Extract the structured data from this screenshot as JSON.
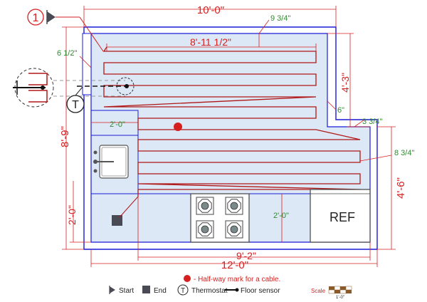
{
  "plan_marker": {
    "number": "1"
  },
  "dimensions": {
    "total_width": "10'-0\"",
    "total_width_bottom": "12'-0\"",
    "left_height": "8'-9\"",
    "right_upper": "4'-3\"",
    "right_lower": "4'-6\"",
    "left_lower": "2'-0\"",
    "heated_width": "8'-11 1/2\"",
    "heated_bottom": "9'-2\"",
    "left_zone": "2'-0\"",
    "counter_depth": "2'-0\"",
    "top_gap": "9 3/4\"",
    "left_gap": "6 1/2\"",
    "notch_gap": "6\"",
    "notch_top": "3 3/4\"",
    "right_gap": "8 3/4\""
  },
  "appliances": {
    "ref_label": "REF"
  },
  "legend": {
    "halfway_text": "- Half-way mark for a cable.",
    "start": "Start",
    "end": "End",
    "thermostat": "Thermostat",
    "thermostat_symbol": "T",
    "floor_sensor": "Floor sensor",
    "scale": "Scale",
    "scale_value": "1'-0\""
  },
  "colors": {
    "wall": "#1a1ad6",
    "cable": "#b01818",
    "dimension": "#d62020",
    "note": "#2e8b2e",
    "floor_fill": "#dde8f6",
    "halfway_dot": "#d62020"
  }
}
